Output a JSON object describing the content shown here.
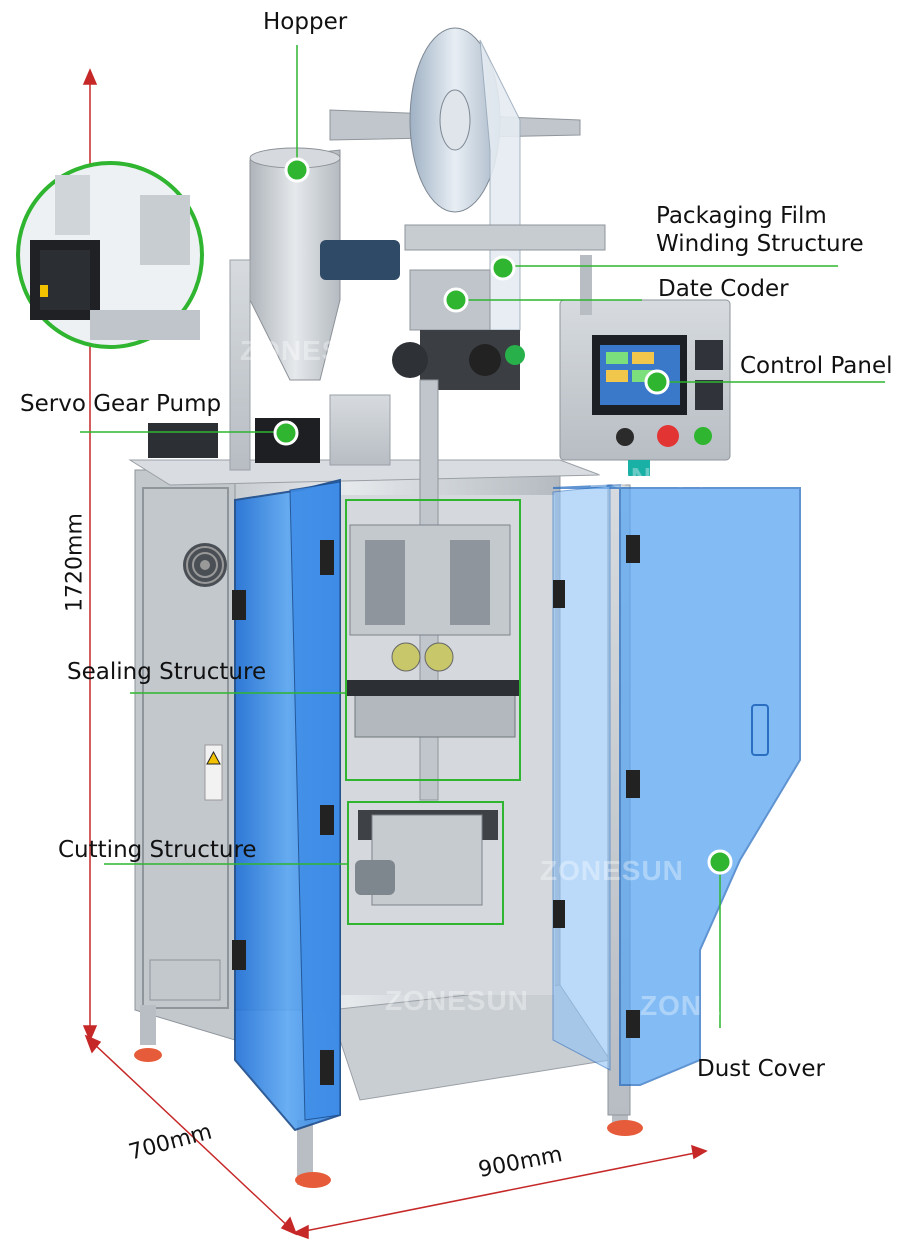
{
  "colors": {
    "accent_green": "#2fb52f",
    "dim_red": "#c62828",
    "door_blue": "#3a8ee8",
    "steel": "#c9ced3"
  },
  "labels": {
    "hopper": "Hopper",
    "film_line1": "Packaging Film",
    "film_line2": "Winding Structure",
    "date_coder": "Date Coder",
    "control_panel": "Control Panel",
    "servo_gear_pump": "Servo Gear Pump",
    "sealing_structure": "Sealing Structure",
    "cutting_structure": "Cutting Structure",
    "dust_cover": "Dust Cover"
  },
  "dimensions": {
    "height": "1720mm",
    "depth": "700mm",
    "width": "900mm"
  },
  "watermark": "ZONESUN",
  "icons": [
    "callout-dot-icon",
    "fan-icon",
    "warning-icon",
    "stop-button-icon",
    "start-button-icon"
  ]
}
